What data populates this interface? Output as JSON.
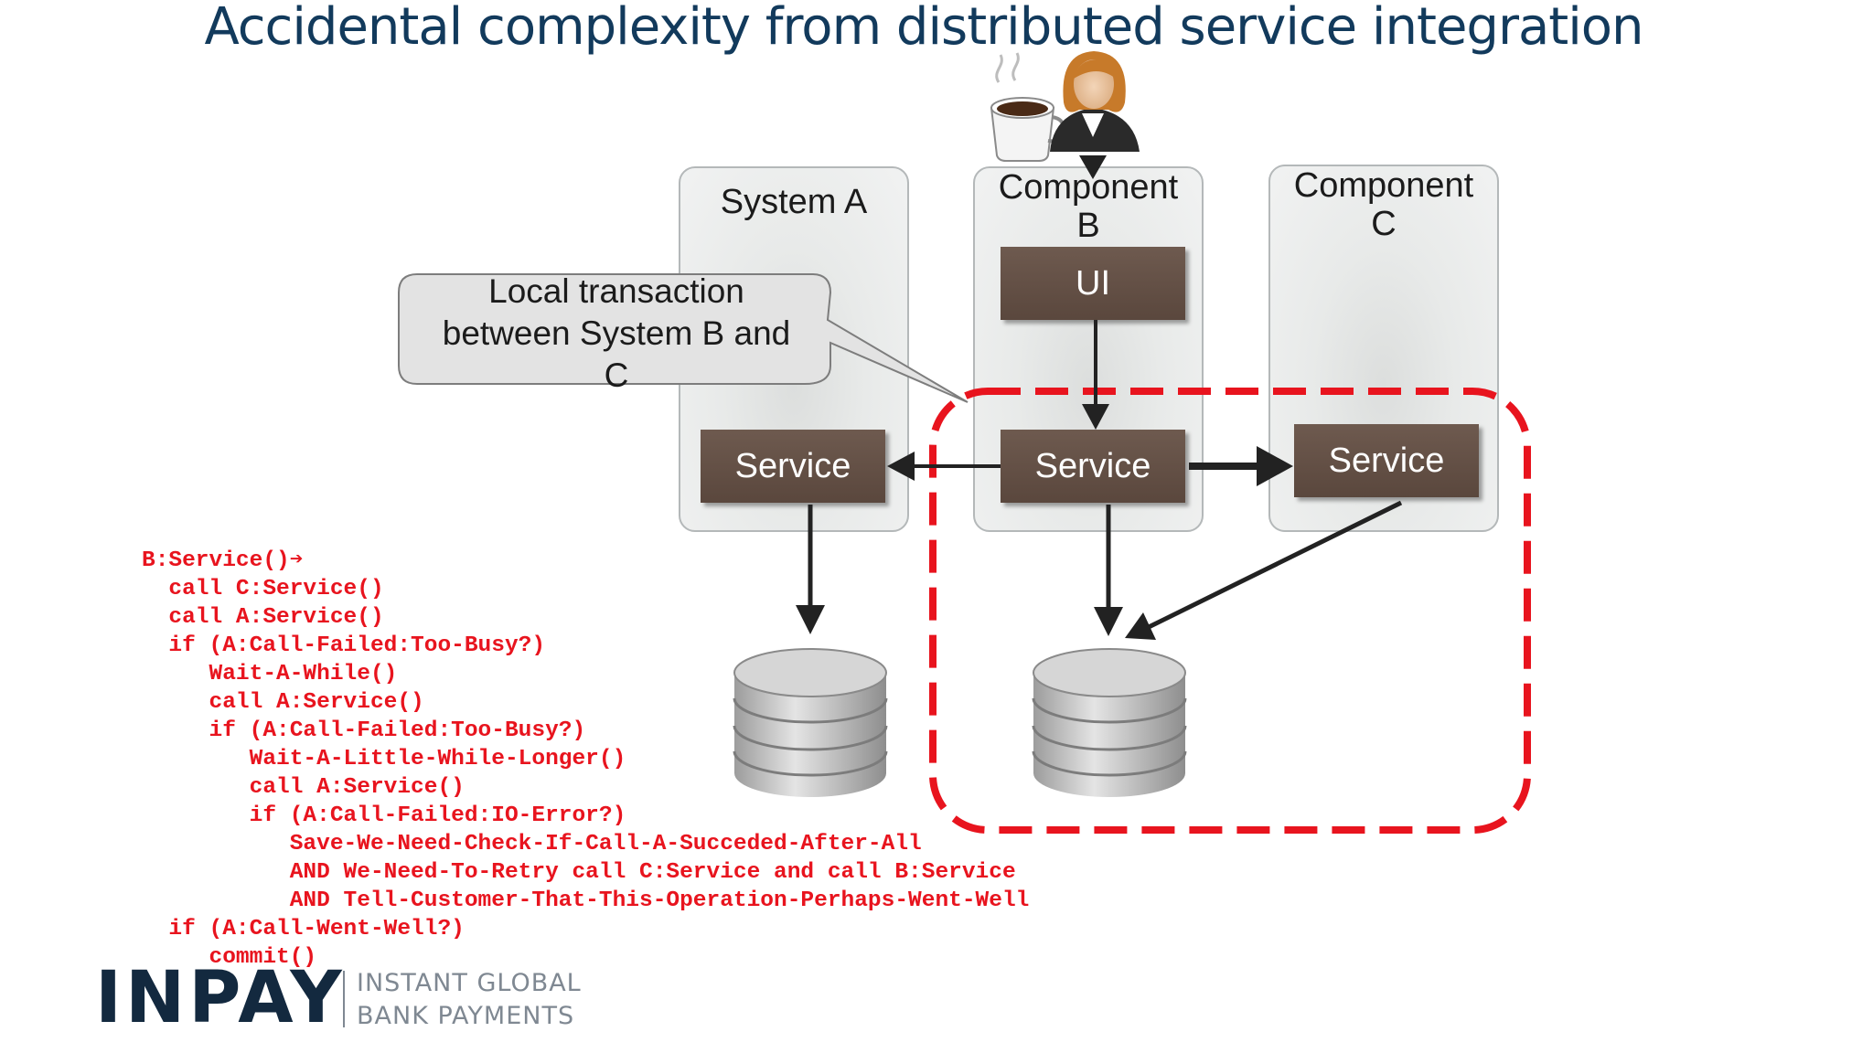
{
  "title": "Accidental complexity from distributed service integration",
  "system_a": {
    "label": "System A",
    "service_label": "Service"
  },
  "component_b": {
    "label_line1": "Component",
    "label_line2": "B",
    "ui_label": "UI",
    "service_label": "Service"
  },
  "component_c": {
    "label_line1": "Component",
    "label_line2": "C",
    "service_label": "Service"
  },
  "callout": {
    "line1": "Local transaction",
    "line2": "between System B and",
    "line3": "C"
  },
  "code_lines": [
    "B:Service()➔",
    "  call C:Service()",
    "  call A:Service()",
    "  if (A:Call-Failed:Too-Busy?)",
    "     Wait-A-While()",
    "     call A:Service()",
    "     if (A:Call-Failed:Too-Busy?)",
    "        Wait-A-Little-While-Longer()",
    "        call A:Service()",
    "        if (A:Call-Failed:IO-Error?)",
    "           Save-We-Need-Check-If-Call-A-Succeded-After-All",
    "           AND We-Need-To-Retry call C:Service and call B:Service",
    "           AND Tell-Customer-That-This-Operation-Perhaps-Went-Well",
    "  if (A:Call-Went-Well?)",
    "     commit()"
  ],
  "logo": {
    "name": "INPAY",
    "tagline_line1": "INSTANT GLOBAL",
    "tagline_line2": "BANK PAYMENTS"
  },
  "icons": {
    "user": "person-icon",
    "coffee": "coffee-cup-icon",
    "database": "database-icon"
  },
  "colors": {
    "title": "#123a5c",
    "code": "#e8141e",
    "dashed_boundary": "#e8141e",
    "service_box": "#5f4c42",
    "logo": "#13293f"
  }
}
